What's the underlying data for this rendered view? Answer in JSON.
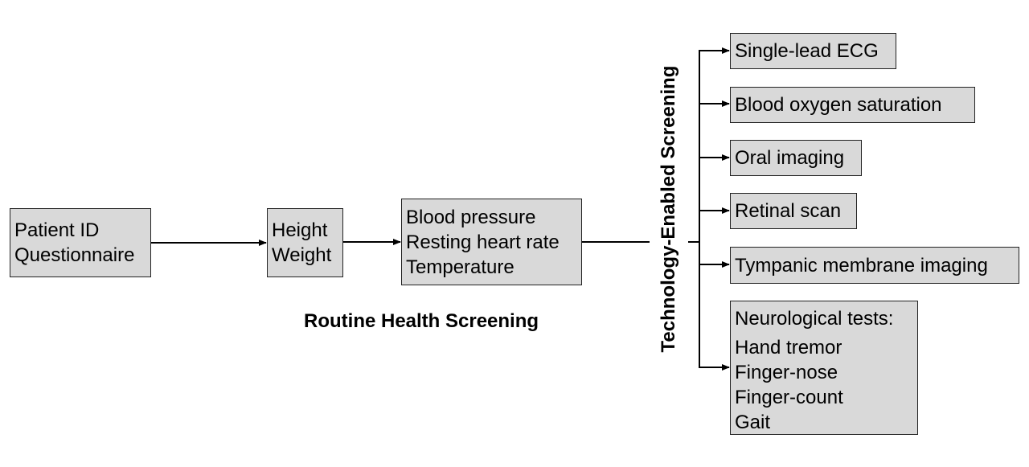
{
  "routine": {
    "boxes": [
      {
        "lines": [
          "Patient ID",
          "Questionnaire"
        ]
      },
      {
        "lines": [
          "Height",
          "Weight"
        ]
      },
      {
        "lines": [
          "Blood pressure",
          "Resting heart rate",
          "Temperature"
        ]
      }
    ],
    "label": "Routine Health Screening"
  },
  "technology": {
    "label": "Technology-Enabled Screening",
    "items": [
      "Single-lead ECG",
      "Blood oxygen saturation",
      "Oral imaging",
      "Retinal scan",
      "Tympanic membrane imaging"
    ],
    "neuro": {
      "title": "Neurological tests:",
      "tests": [
        "Hand tremor",
        "Finger-nose",
        "Finger-count",
        "Gait"
      ]
    }
  }
}
